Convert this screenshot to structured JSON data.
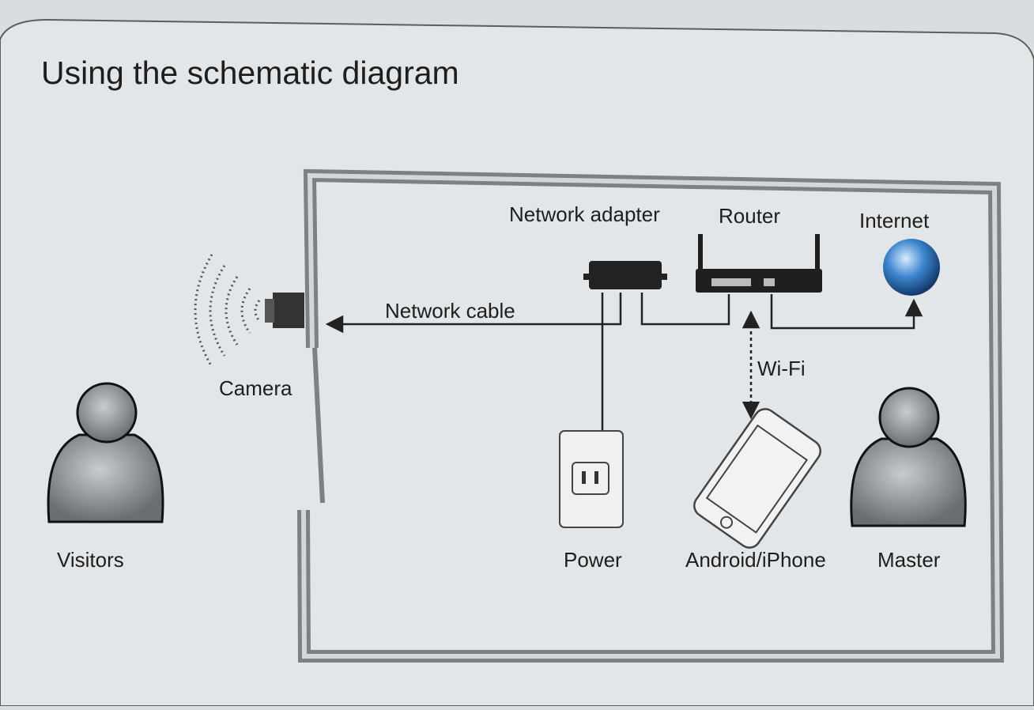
{
  "title": "Using the schematic diagram",
  "labels": {
    "network_adapter": "Network adapter",
    "router": "Router",
    "internet": "Internet",
    "network_cable": "Network cable",
    "camera": "Camera",
    "wifi": "Wi-Fi",
    "visitors": "Visitors",
    "power": "Power",
    "phone": "Android/iPhone",
    "master": "Master"
  },
  "colors": {
    "background": "#dfe3e6",
    "wall": "#8a8d90",
    "line": "#222222",
    "globe": "#2f6fb3"
  }
}
